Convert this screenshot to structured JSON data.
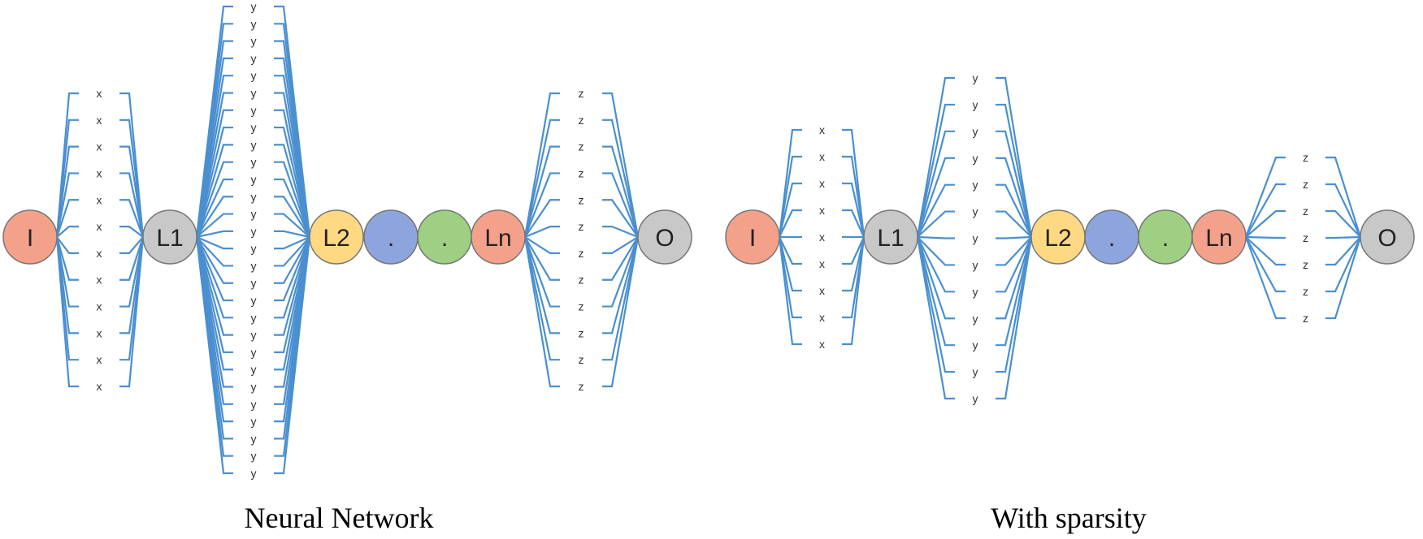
{
  "diagrams": [
    {
      "caption": "Neural Network",
      "nodes": [
        {
          "label": "I",
          "color": "#F4A18B"
        },
        {
          "label": "L1",
          "color": "#C8C8C8"
        },
        {
          "label": "L2",
          "color": "#FFD883"
        },
        {
          "label": ".",
          "color": "#8EA4DC"
        },
        {
          "label": ".",
          "color": "#9ECF82"
        },
        {
          "label": "Ln",
          "color": "#F4A18B"
        },
        {
          "label": "O",
          "color": "#C8C8C8"
        }
      ],
      "groups": [
        {
          "between": "I-L1",
          "symbol": "x",
          "count": 12
        },
        {
          "between": "L1-L2",
          "symbol": "y",
          "count": 28
        },
        {
          "between": "Ln-O",
          "symbol": "z",
          "count": 12
        }
      ]
    },
    {
      "caption": "With sparsity",
      "nodes": [
        {
          "label": "I",
          "color": "#F4A18B"
        },
        {
          "label": "L1",
          "color": "#C8C8C8"
        },
        {
          "label": "L2",
          "color": "#FFD883"
        },
        {
          "label": ".",
          "color": "#8EA4DC"
        },
        {
          "label": ".",
          "color": "#9ECF82"
        },
        {
          "label": "Ln",
          "color": "#F4A18B"
        },
        {
          "label": "O",
          "color": "#C8C8C8"
        }
      ],
      "groups": [
        {
          "between": "I-L1",
          "symbol": "x",
          "count": 9
        },
        {
          "between": "L1-L2",
          "symbol": "y",
          "count": 13
        },
        {
          "between": "Ln-O",
          "symbol": "z",
          "count": 7
        }
      ]
    }
  ],
  "edge_color": "#4A8FD0",
  "node_stroke": "#777777"
}
